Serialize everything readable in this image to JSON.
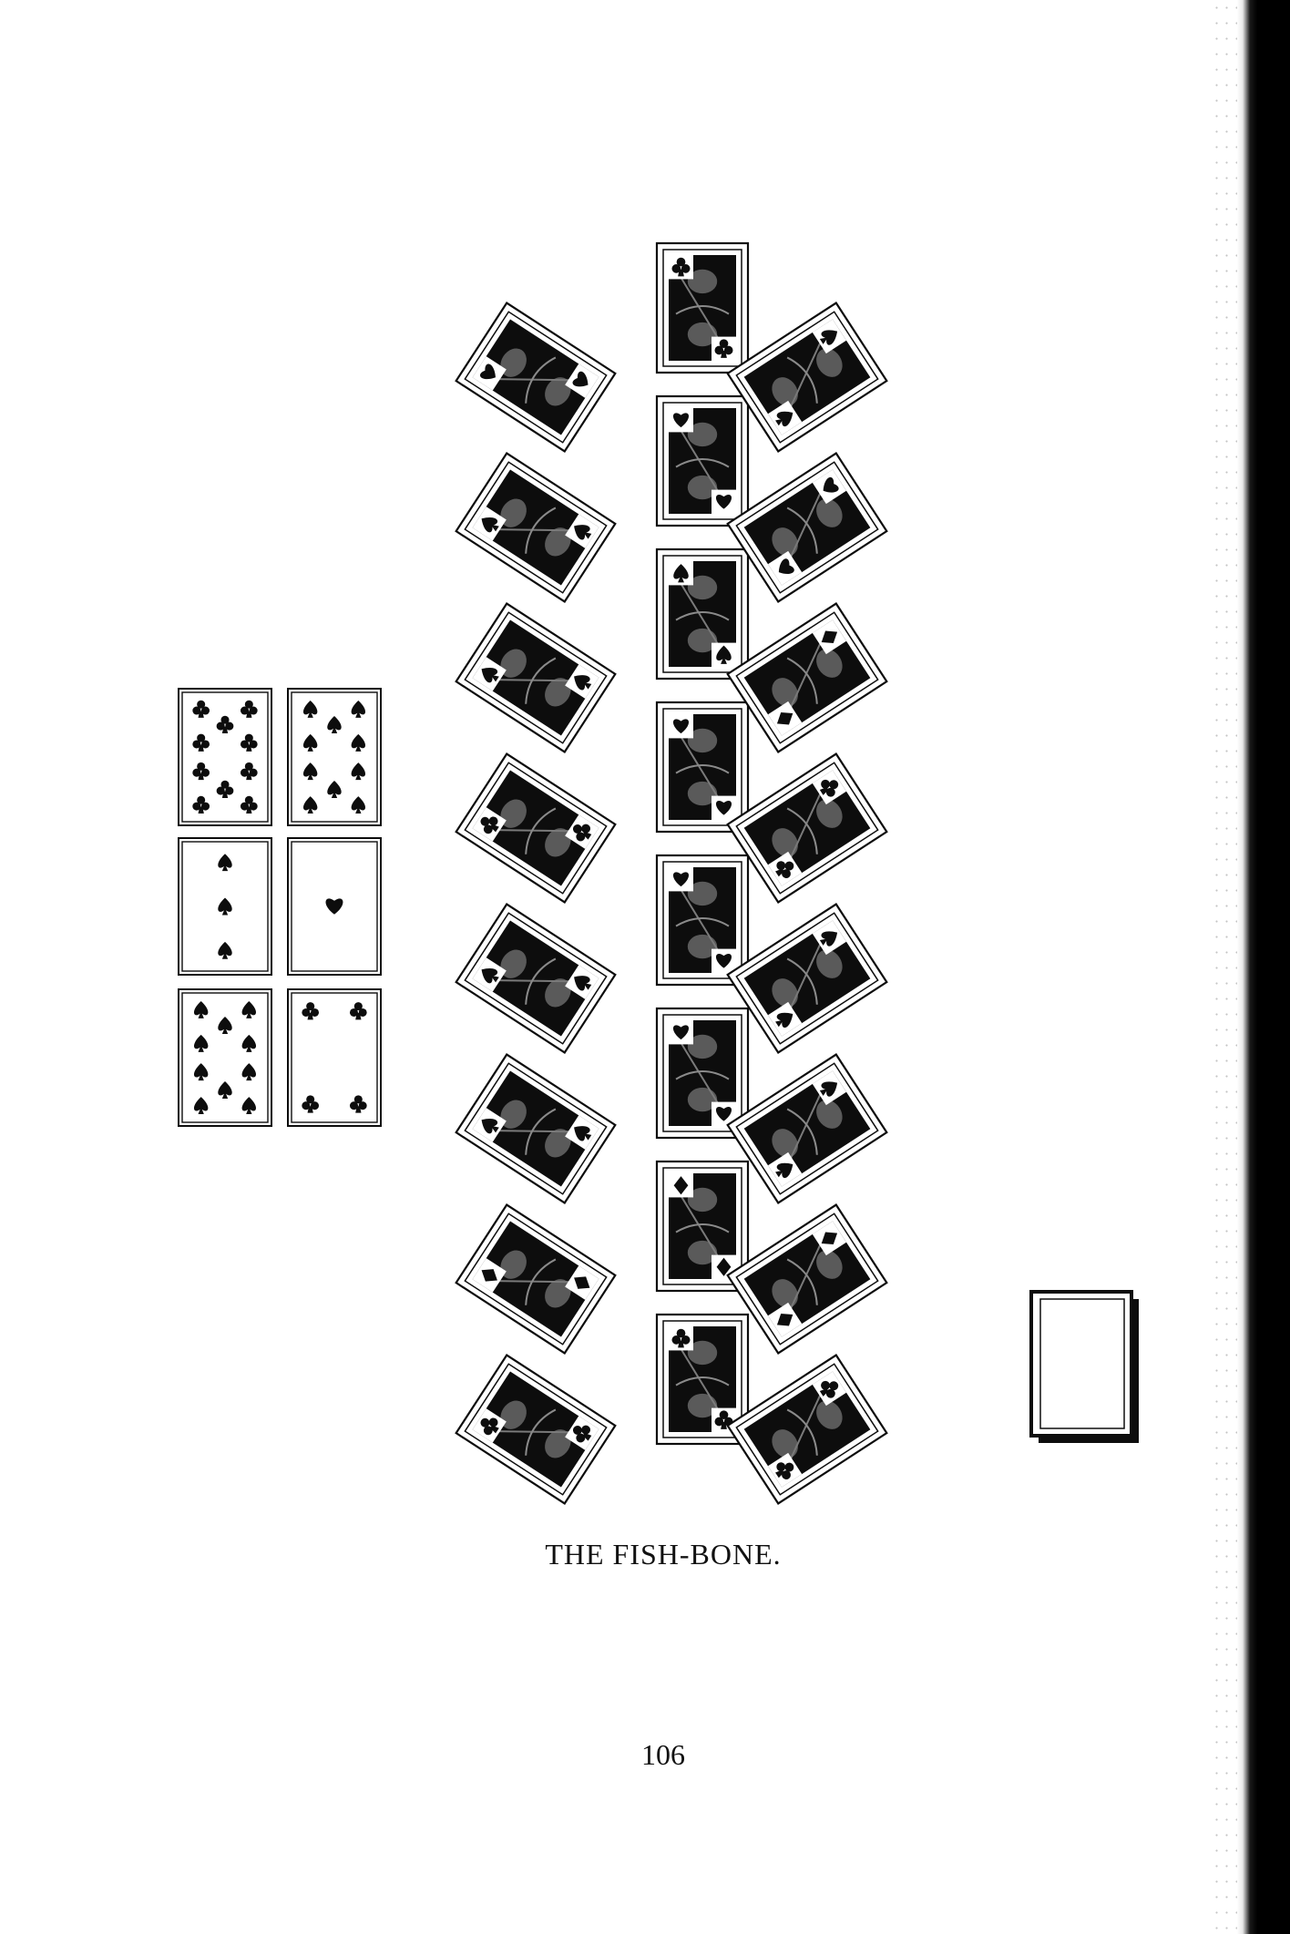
{
  "page": {
    "caption": "THE FISH-BONE.",
    "page_number": "106"
  },
  "illustration": {
    "center_column": {
      "orientation": "upright",
      "cards": [
        {
          "kind": "face-card",
          "suit": "clubs"
        },
        {
          "kind": "face-card",
          "suit": "hearts"
        },
        {
          "kind": "face-card",
          "suit": "spades"
        },
        {
          "kind": "face-card",
          "suit": "hearts"
        },
        {
          "kind": "face-card",
          "suit": "hearts"
        },
        {
          "kind": "face-card",
          "suit": "hearts"
        },
        {
          "kind": "face-card",
          "suit": "diamonds"
        },
        {
          "kind": "face-card",
          "suit": "clubs"
        }
      ]
    },
    "left_branch": {
      "orientation": "slanted",
      "cards": [
        {
          "kind": "face-card",
          "suit": "hearts"
        },
        {
          "kind": "face-card",
          "suit": "spades"
        },
        {
          "kind": "face-card",
          "suit": "spades"
        },
        {
          "kind": "face-card",
          "suit": "clubs"
        },
        {
          "kind": "face-card",
          "suit": "spades"
        },
        {
          "kind": "face-card",
          "suit": "spades"
        },
        {
          "kind": "face-card",
          "suit": "diamonds"
        },
        {
          "kind": "face-card",
          "suit": "clubs"
        }
      ]
    },
    "right_branch": {
      "orientation": "slanted",
      "cards": [
        {
          "kind": "face-card",
          "suit": "spades"
        },
        {
          "kind": "face-card",
          "suit": "hearts"
        },
        {
          "kind": "face-card",
          "suit": "diamonds"
        },
        {
          "kind": "face-card",
          "suit": "clubs"
        },
        {
          "kind": "face-card",
          "suit": "spades"
        },
        {
          "kind": "face-card",
          "suit": "spades"
        },
        {
          "kind": "face-card",
          "suit": "diamonds"
        },
        {
          "kind": "face-card",
          "suit": "clubs"
        }
      ]
    },
    "foundation_cards": [
      {
        "rank": 10,
        "suit": "clubs"
      },
      {
        "rank": 10,
        "suit": "spades"
      },
      {
        "rank": 3,
        "suit": "spades"
      },
      {
        "rank": 1,
        "suit": "hearts"
      },
      {
        "rank": 10,
        "suit": "spades"
      },
      {
        "rank": 4,
        "suit": "clubs"
      }
    ],
    "stock_pile": {
      "kind": "face-down"
    }
  },
  "colors": {
    "ink": "#0d0d0d",
    "paper": "#ffffff"
  }
}
